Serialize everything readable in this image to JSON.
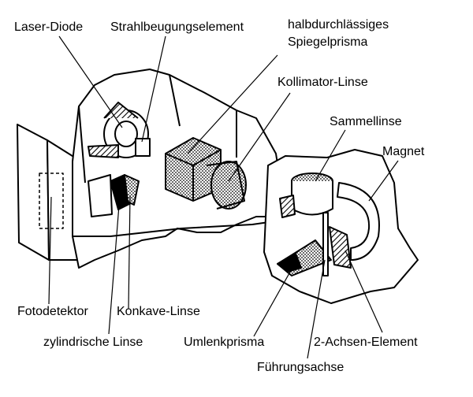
{
  "labels": {
    "laser_diode": "Laser-Diode",
    "diffraction_element": "Strahlbeugungselement",
    "prism_line1": "halbdurchlässiges",
    "prism_line2": "Spiegelprisma",
    "collimator": "Kollimator-Linse",
    "condenser": "Sammellinse",
    "magnet": "Magnet",
    "photodetector": "Fotodetektor",
    "concave_lens": "Konkave-Linse",
    "cylindrical_lens": "zylindrische Linse",
    "deflection_prism": "Umlenkprisma",
    "two_axis_element": "2-Achsen-Element",
    "guide_axis": "Führungsachse"
  },
  "colors": {
    "ink": "#000000",
    "paper": "#ffffff",
    "stipple": "#6b6b6b"
  }
}
